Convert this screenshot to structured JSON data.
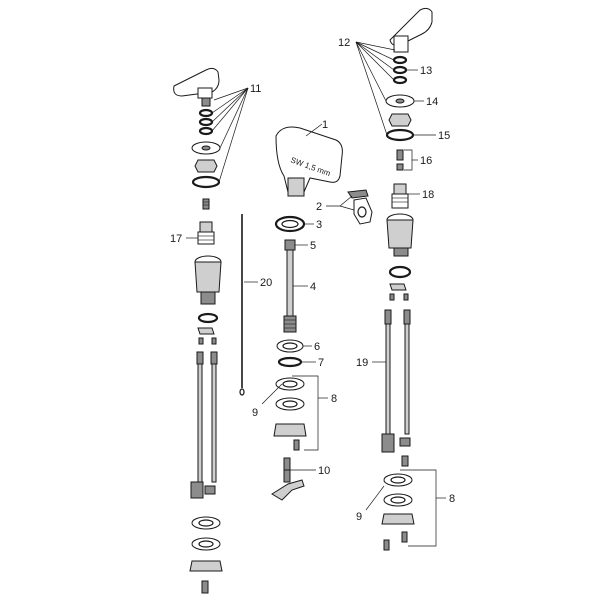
{
  "labels": {
    "l1": "1",
    "l2": "2",
    "l3": "3",
    "l4": "4",
    "l5": "5",
    "l6": "6",
    "l7": "7",
    "l8a": "8",
    "l8b": "8",
    "l9a": "9",
    "l9b": "9",
    "l10": "10",
    "l11": "11",
    "l12": "12",
    "l13": "13",
    "l14": "14",
    "l15": "15",
    "l16": "16",
    "l17": "17",
    "l18": "18",
    "l19": "19",
    "l20": "20"
  },
  "engraving": "SW 1,5 mm"
}
